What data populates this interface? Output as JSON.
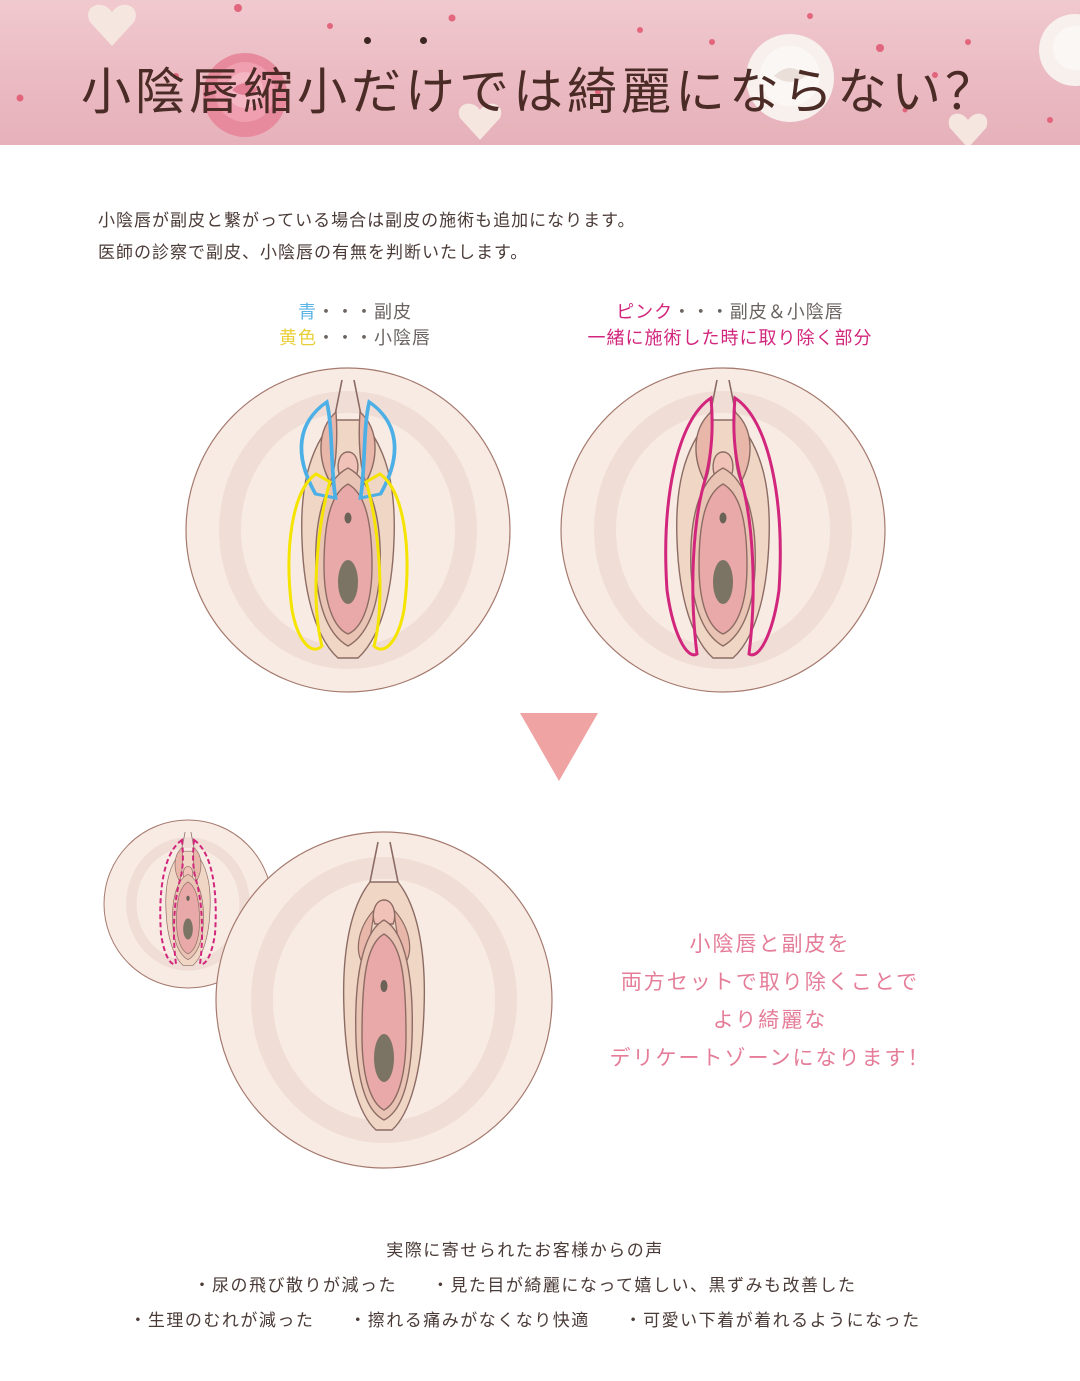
{
  "header": {
    "title": "小陰唇縮小だけでは綺麗にならない？"
  },
  "intro": {
    "line1": "小陰唇が副皮と繋がっている場合は副皮の施術も追加になります。",
    "line2": "医師の診察で副皮、小陰唇の有無を判断いたします。"
  },
  "legend_left": {
    "blue_term": "青",
    "blue_desc": "・・・副皮",
    "yellow_term": "黄色",
    "yellow_desc": "・・・小陰唇"
  },
  "legend_right": {
    "pink_term": "ピンク",
    "pink_desc": "・・・副皮＆小陰唇",
    "pink_note": "一緒に施術した時に取り除く部分"
  },
  "result": {
    "line1": "小陰唇と副皮を",
    "line2": "両方セットで取り除くことで",
    "line3": "より綺麗な",
    "line4": "デリケートゾーンになります！"
  },
  "voices": {
    "heading": "実際に寄せられたお客様からの声",
    "items": [
      "・尿の飛び散りが減った",
      "・見た目が綺麗になって嬉しい、黒ずみも改善した",
      "・生理のむれが減った",
      "・擦れる痛みがなくなり快適",
      "・可愛い下着が着れるようになった"
    ]
  },
  "colors": {
    "blue": "#5bb4e6",
    "yellow": "#f5e400",
    "pink": "#d2267d",
    "result_text": "#e57d98",
    "arrow": "#f0a3a3"
  }
}
